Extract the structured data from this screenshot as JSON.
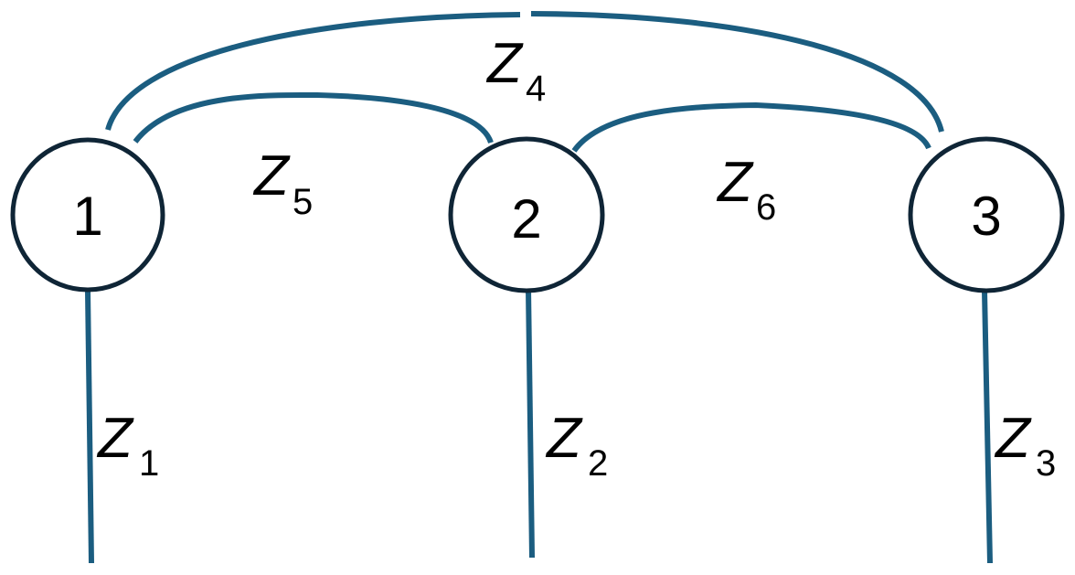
{
  "colors": {
    "edge": "#1b5d80",
    "node_outline": "#0f2536",
    "background": "#ffffff",
    "text": "#000000"
  },
  "nodes": [
    {
      "label": "1"
    },
    {
      "label": "2"
    },
    {
      "label": "3"
    }
  ],
  "branches": {
    "z1": {
      "symbol": "Z",
      "subscript": "1"
    },
    "z2": {
      "symbol": "Z",
      "subscript": "2"
    },
    "z3": {
      "symbol": "Z",
      "subscript": "3"
    },
    "z4": {
      "symbol": "Z",
      "subscript": "4"
    },
    "z5": {
      "symbol": "Z",
      "subscript": "5"
    },
    "z6": {
      "symbol": "Z",
      "subscript": "6"
    }
  }
}
